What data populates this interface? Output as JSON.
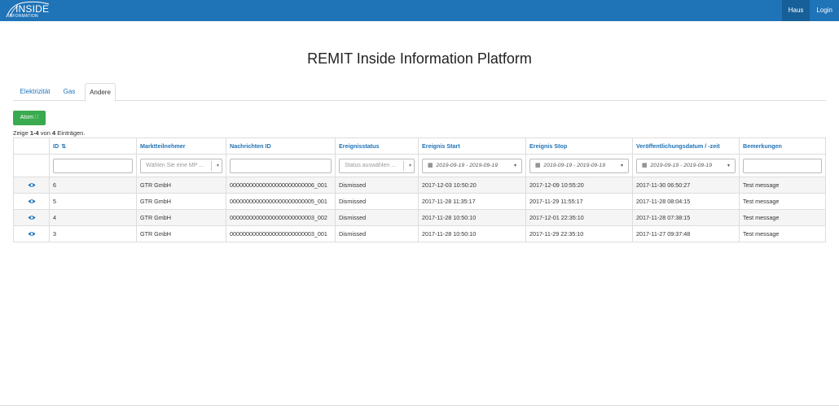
{
  "header": {
    "logo_line1": "INSIDE",
    "logo_line2": "INFORMATION",
    "nav": [
      "Haus",
      "Login"
    ],
    "brand_color": "#1f73b7"
  },
  "page": {
    "title": "REMIT Inside Information Platform"
  },
  "tabs": [
    {
      "label": "Elektrizität",
      "active": false
    },
    {
      "label": "Gas",
      "active": false
    },
    {
      "label": "Andere",
      "active": true
    }
  ],
  "atom_button": {
    "label": "Atom",
    "icon": "rss-icon",
    "color": "#3aaa4f"
  },
  "summary": {
    "prefix": "Zeige ",
    "range": "1-4",
    "middle": " von ",
    "total": "4",
    "suffix": " Einträgen."
  },
  "table": {
    "columns": [
      "",
      "ID",
      "Marktteilnehmer",
      "Nachrichten ID",
      "Ereignisstatus",
      "Ereignis Start",
      "Ereignis Stop",
      "Veröffentlichungsdatum / -zeit",
      "Bemerkungen"
    ],
    "filters": {
      "participant_placeholder": "Wählen Sie eine MP ...",
      "status_placeholder": "Status auswählen ...",
      "start_range": "2019-09-19 - 2019-09-19",
      "stop_range": "2019-09-19 - 2019-09-19",
      "published_range": "2019-09-19 - 2019-09-19"
    },
    "rows": [
      {
        "id": "6",
        "participant": "GTR GmbH",
        "message_id": "00000000000000000000000006_001",
        "status": "Dismissed",
        "start": "2017-12-03 10:50:20",
        "stop": "2017-12-09 10:55:20",
        "published": "2017-11-30 06:50:27",
        "remarks": "Test message"
      },
      {
        "id": "5",
        "participant": "GTR GmbH",
        "message_id": "00000000000000000000000005_001",
        "status": "Dismissed",
        "start": "2017-11-28 11:35:17",
        "stop": "2017-11-29 11:55:17",
        "published": "2017-11-28 08:04:15",
        "remarks": "Test message"
      },
      {
        "id": "4",
        "participant": "GTR GmbH",
        "message_id": "00000000000000000000000003_002",
        "status": "Dismissed",
        "start": "2017-11-28 10:50:10",
        "stop": "2017-12-01 22:35:10",
        "published": "2017-11-28 07:38:15",
        "remarks": "Test message"
      },
      {
        "id": "3",
        "participant": "GTR GmbH",
        "message_id": "00000000000000000000000003_001",
        "status": "Dismissed",
        "start": "2017-11-28 10:50:10",
        "stop": "2017-11-29 22:35:10",
        "published": "2017-11-27 09:37:48",
        "remarks": "Test message"
      }
    ]
  }
}
